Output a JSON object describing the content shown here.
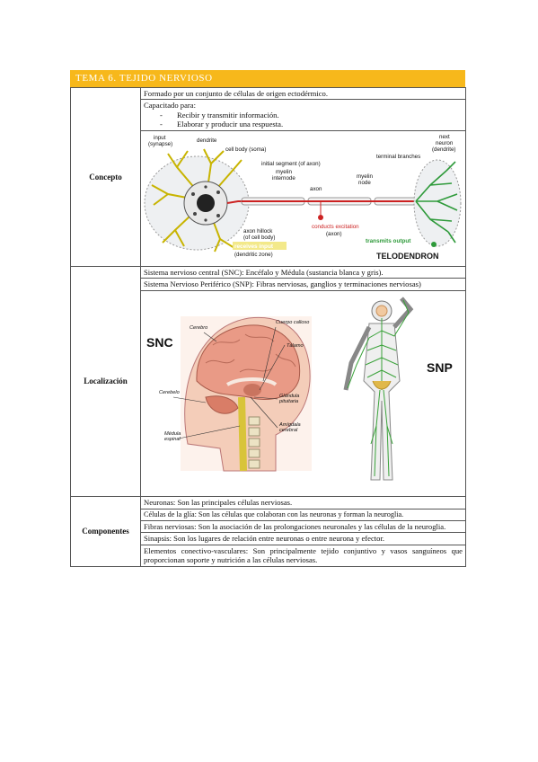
{
  "header": {
    "title": "TEMA 6. TEJIDO NERVIOSO"
  },
  "concepto": {
    "label": "Concepto",
    "line1": "Formado por un conjunto de células de origen ectodérmico.",
    "line2": "Capacitado para:",
    "bullets": [
      "Recibir y transmitir información.",
      "Elaborar y producir una respuesta."
    ]
  },
  "neuron_figure": {
    "labels": {
      "input": "input",
      "synapse": "(synapse)",
      "dendrite": "dendrite",
      "cell_body": "cell body (soma)",
      "initial_segment": "initial segment (of axon)",
      "myelin_internode_1": "myelin",
      "myelin_internode_2": "internode",
      "axon": "axon",
      "myelin_node_1": "myelin",
      "myelin_node_2": "node",
      "terminal_branches": "terminal branches",
      "next_neuron_1": "next",
      "next_neuron_2": "neuron",
      "next_neuron_3": "(dendrite)",
      "axon_hillock_1": "axon hillock",
      "axon_hillock_2": "(of cell body)",
      "receives_input": "receives input",
      "dendritic_zone": "(dendritic zone)",
      "conducts_excitation": "conducts excitation",
      "axon_paren": "(axon)",
      "transmits_output": "transmits output",
      "telodendron": "TELODENDRON"
    },
    "colors": {
      "dendrite": "#c8b400",
      "axon": "#cc2222",
      "terminal": "#2e9a3a",
      "nucleus": "#222222"
    }
  },
  "localizacion": {
    "label": "Localización",
    "line1": "Sistema nervioso central (SNC): Encéfalo y Médula (sustancia blanca y gris).",
    "line2": "Sistema Nervioso Periférico (SNP): Fibras nerviosas, ganglios y terminaciones nerviosas)"
  },
  "brain_figure": {
    "snc": "SNC",
    "snp": "SNP",
    "labels": {
      "cerebro": "Cerebro",
      "cuerpo_calloso": "Cuerpo calloso",
      "talamo": "Tálamo",
      "cerebelo": "Cerebelo",
      "glandula_1": "Glándula",
      "glandula_2": "pituitaria",
      "amigdala_1": "Amígdala",
      "amigdala_2": "cerebral",
      "medula_1": "Médula",
      "medula_2": "espinal"
    },
    "colors": {
      "brain": "#e99a86",
      "nerves": "#3aa23a",
      "spine": "#d8c43a"
    }
  },
  "componentes": {
    "label": "Componentes",
    "items": [
      "Neuronas: Son las principales células nerviosas.",
      "Células de la glía: Son las células que colaboran con las neuronas y forman la neuroglia.",
      "Fibras nerviosas: Son la asociación de las prolongaciones neuronales y las células de la neuroglia.",
      "Sinapsis: Son los lugares de relación entre neuronas o entre neurona y efector.",
      "Elementos conectivo-vasculares: Son principalmente tejido conjuntivo y vasos sanguíneos que proporcionan soporte y nutrición a las células nerviosas."
    ]
  }
}
